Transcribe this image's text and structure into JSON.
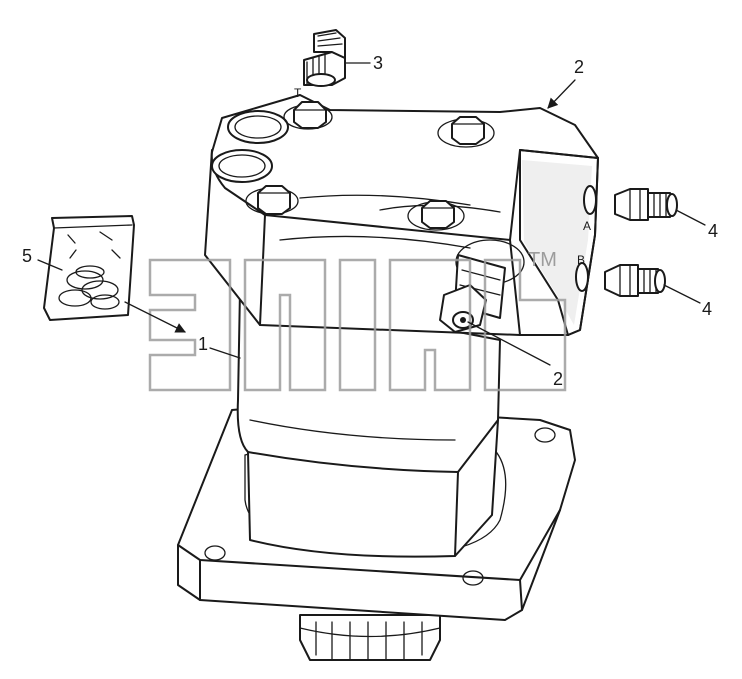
{
  "callouts": {
    "c1": "1",
    "c2_top": "2",
    "c2_bottom": "2",
    "c3": "3",
    "c4_upper": "4",
    "c4_lower": "4",
    "c5": "5"
  },
  "ports": {
    "t": "T",
    "a": "A",
    "b": "B"
  },
  "watermark": {
    "tm": "TM"
  }
}
